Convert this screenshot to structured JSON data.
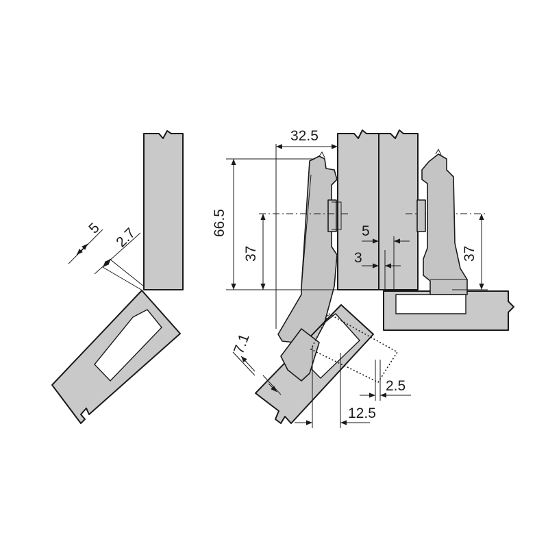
{
  "diagram": {
    "dimensions": {
      "d_32_5": "32.5",
      "d_66_5": "66.5",
      "d_37_left": "37",
      "d_37_right": "37",
      "d_5_top": "5",
      "d_3": "3",
      "d_5_left": "5",
      "d_2_7": "2.7",
      "d_7_1": "7.1",
      "d_2_5": "2.5",
      "d_12_5": "12.5"
    },
    "colors": {
      "panel_fill": "#c9c9c9",
      "outline": "#1a1a1a",
      "background": "#ffffff"
    }
  }
}
